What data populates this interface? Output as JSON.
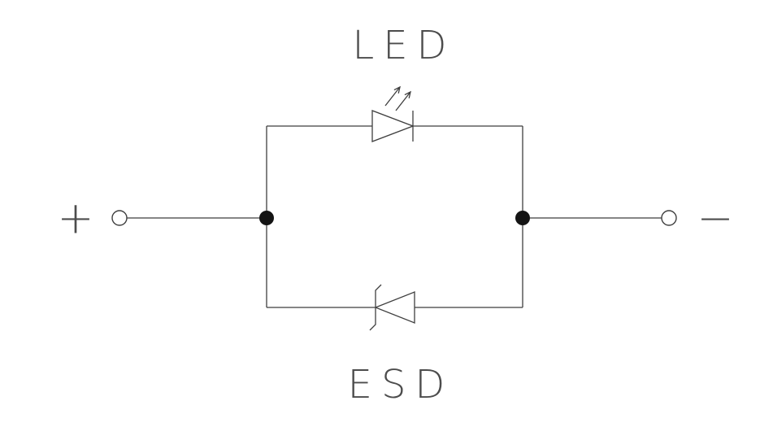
{
  "diagram": {
    "type": "schematic",
    "labels": {
      "top": "LED",
      "bottom": "ESD",
      "left_polarity": "+",
      "right_polarity": "−"
    },
    "components": [
      {
        "name": "led-diode",
        "label": "LED",
        "branch": "top",
        "symbol": "diode-with-emission-arrows",
        "anode_side": "left"
      },
      {
        "name": "esd-tvs-diode",
        "label": "ESD",
        "branch": "bottom",
        "symbol": "zener-tvs-diode",
        "anode_side": "right"
      },
      {
        "name": "positive-terminal",
        "label": "+",
        "side": "left",
        "symbol": "open-circle"
      },
      {
        "name": "negative-terminal",
        "label": "−",
        "side": "right",
        "symbol": "open-circle"
      },
      {
        "name": "junction-dot",
        "side": "left",
        "symbol": "filled-circle"
      },
      {
        "name": "junction-dot",
        "side": "right",
        "symbol": "filled-circle"
      }
    ],
    "colors": {
      "background": "#ffffff",
      "line": "#3f3f3f",
      "junction_dot": "#141414",
      "text": "#4c4c4c"
    }
  }
}
